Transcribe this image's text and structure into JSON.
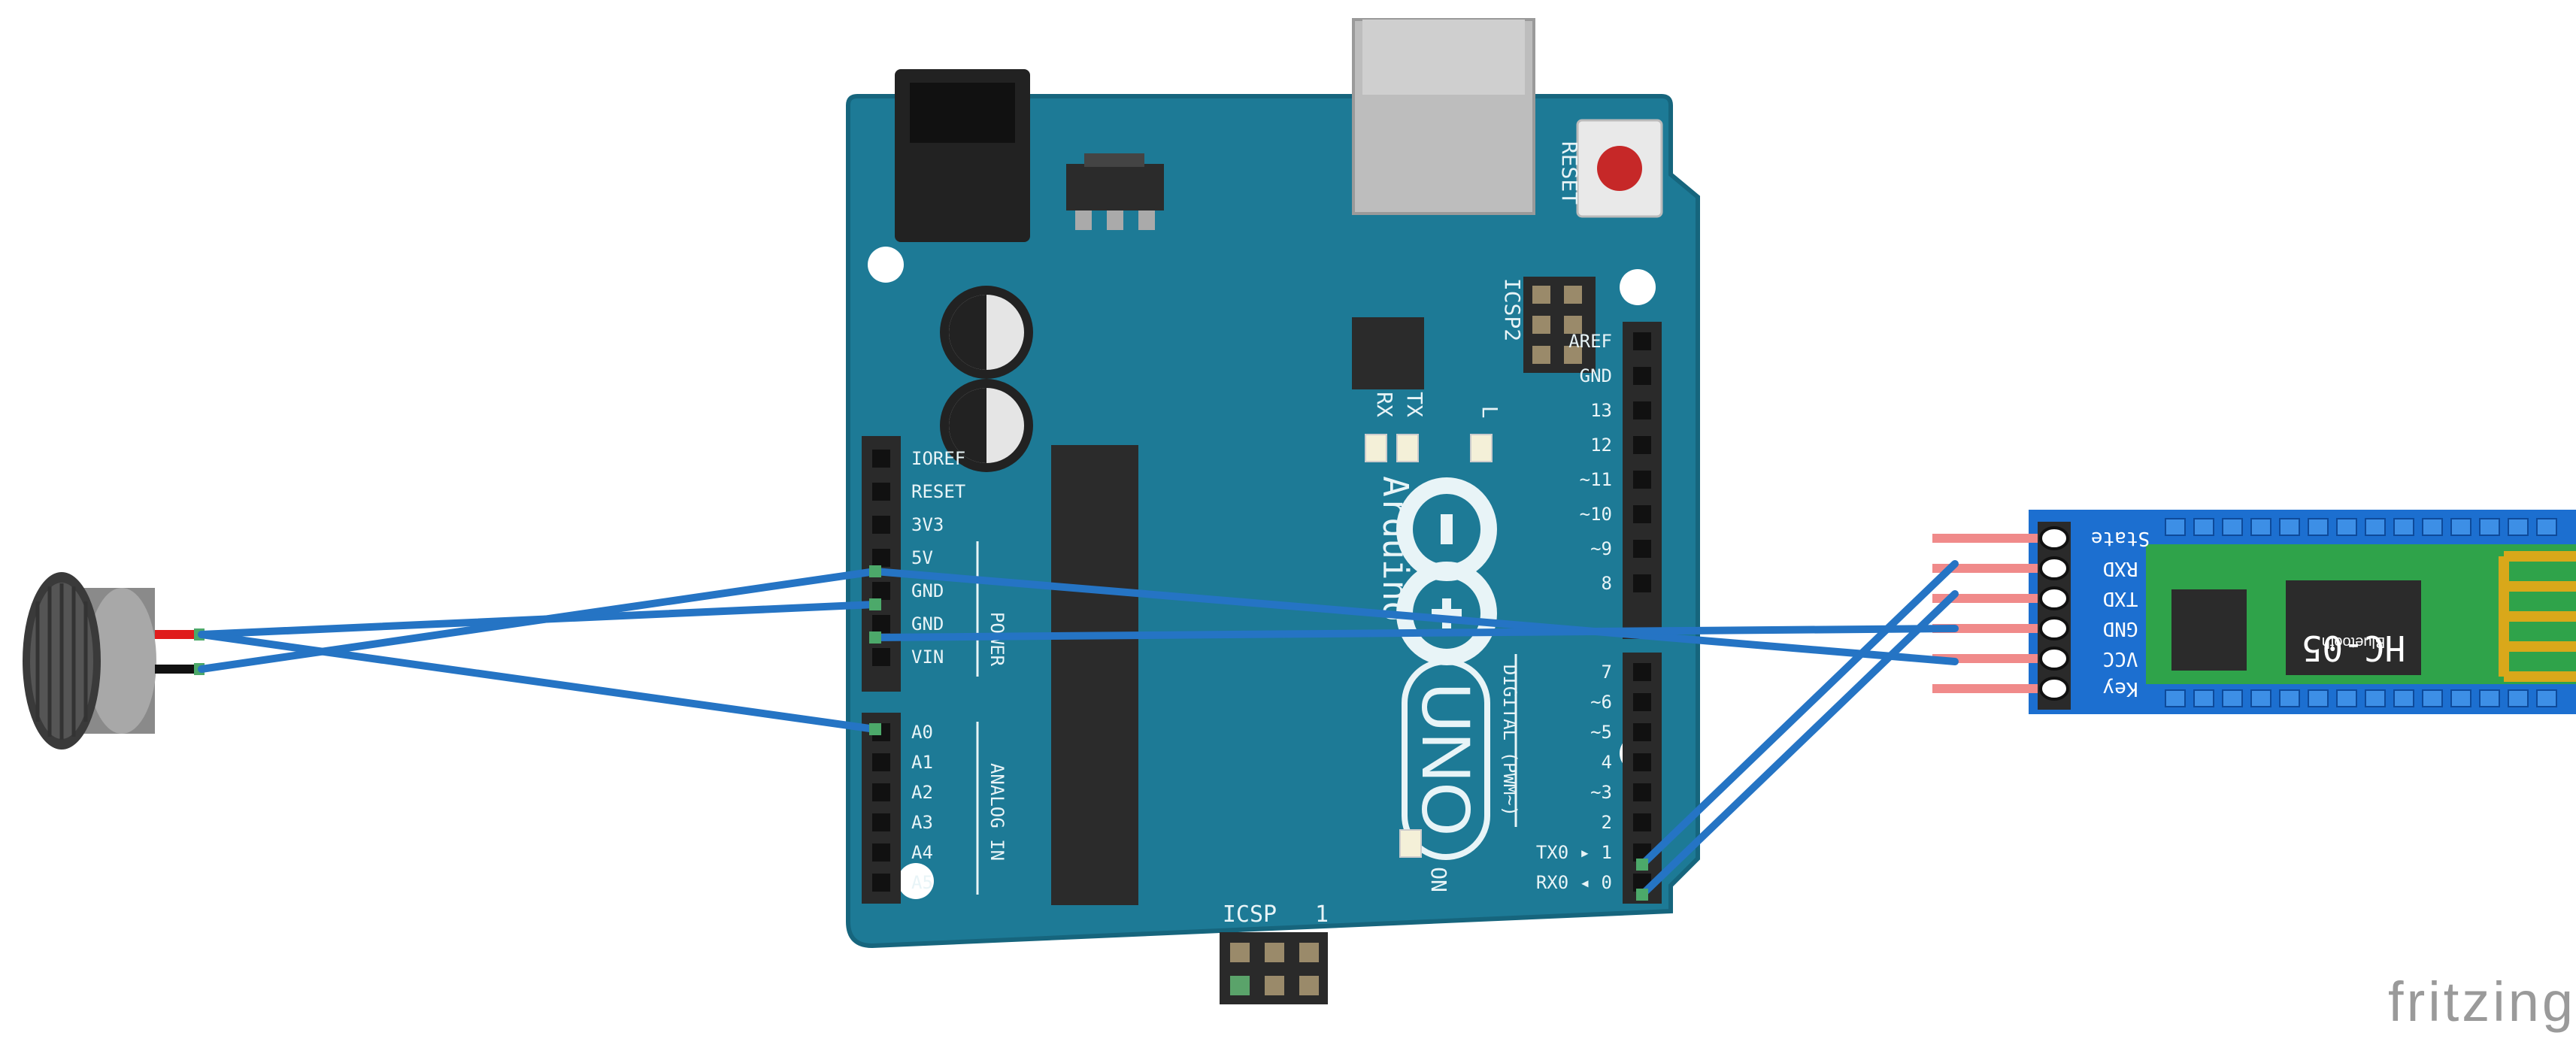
{
  "colors": {
    "board": "#1d7a96",
    "board_edge": "#16657d",
    "wire": "#2574c4",
    "silk": "#e8f4f7",
    "header": "#2a2a2a",
    "hc05_board": "#1c6fd0",
    "hc05_green": "#2fa34a",
    "antenna": "#d9a81a",
    "wire_red": "#e01b1b",
    "pin_pink": "#f08a8a"
  },
  "arduino": {
    "reset_label": "RESET",
    "icsp2_label": "ICSP2",
    "icsp_label": "ICSP",
    "icsp_pin1": "1",
    "rx_label": "RX",
    "tx_label": "TX",
    "l_label": "L",
    "on_label": "ON",
    "brand": "Arduino",
    "model": "UNO",
    "power_label": "POWER",
    "analog_label": "ANALOG IN",
    "digital_label": "DIGITAL (PWM~)",
    "power_pins": [
      "IOREF",
      "RESET",
      "3V3",
      "5V",
      "GND",
      "GND",
      "VIN"
    ],
    "analog_pins": [
      "A0",
      "A1",
      "A2",
      "A3",
      "A4",
      "A5"
    ],
    "digital_top": [
      "AREF",
      "GND",
      "13",
      "12",
      "~11",
      "~10",
      "~9",
      "8"
    ],
    "digital_bottom": [
      "7",
      "~6",
      "~5",
      "4",
      "~3",
      "2",
      "TX0 ▸ 1",
      "RX0 ◂ 0"
    ]
  },
  "hc05": {
    "pins": [
      "State",
      "RXD",
      "TXD",
      "GND",
      "VCC",
      "Key"
    ],
    "chip_small": "Bluetooth",
    "chip_big": "HC-05"
  },
  "watermark": "fritzing"
}
